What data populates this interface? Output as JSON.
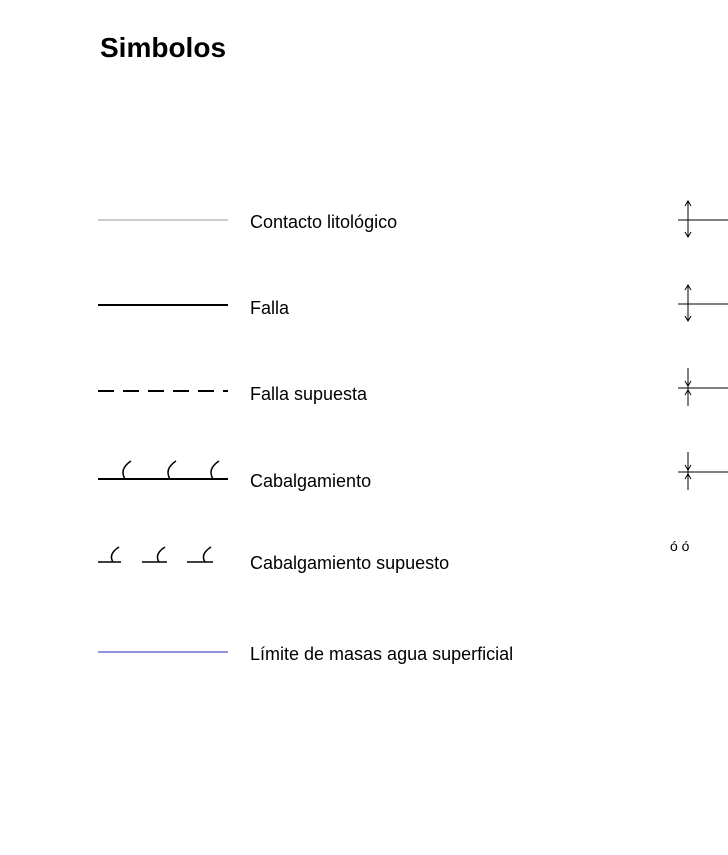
{
  "title": "Simbolos",
  "symbols": [
    {
      "label": "Contacto litológico",
      "line_color": "#9a9a9a",
      "style": "thin-solid"
    },
    {
      "label": "Falla",
      "line_color": "#000000",
      "style": "thick-solid"
    },
    {
      "label": "Falla supuesta",
      "line_color": "#000000",
      "style": "dashed"
    },
    {
      "label": "Cabalgamiento",
      "line_color": "#000000",
      "style": "thrust"
    },
    {
      "label": "Cabalgamiento supuesto",
      "line_color": "#000000",
      "style": "thrust-dashed"
    },
    {
      "label": "Límite de masas agua superficial",
      "line_color": "#2424c8",
      "style": "thin-solid"
    }
  ],
  "right_column": {
    "symbols": [
      {
        "icon": "anticline-axis-icon"
      },
      {
        "icon": "anticline-axis-icon"
      },
      {
        "icon": "syncline-axis-icon"
      },
      {
        "icon": "syncline-axis-icon"
      }
    ],
    "partial_text": "ó ó"
  }
}
